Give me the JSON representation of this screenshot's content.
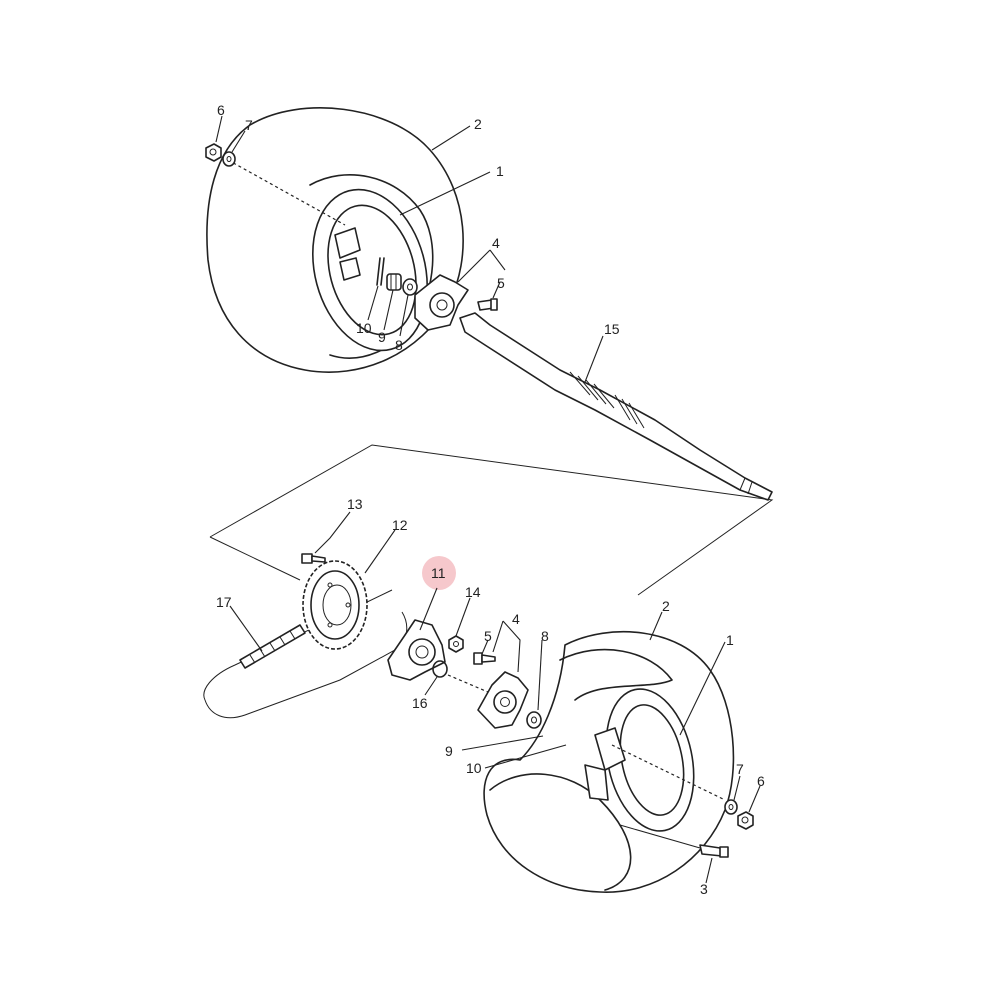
{
  "diagram": {
    "highlight_color": "#f6c8cc",
    "callouts": {
      "top_6": "6",
      "top_7": "7",
      "top_2": "2",
      "top_1": "1",
      "top_4": "4",
      "top_5": "5",
      "top_15": "15",
      "top_10": "10",
      "top_9": "9",
      "top_8": "8",
      "bot_13": "13",
      "bot_12": "12",
      "bot_11": "11",
      "bot_17": "17",
      "bot_14": "14",
      "bot_4": "4",
      "bot_5": "5",
      "bot_8": "8",
      "bot_2": "2",
      "bot_1": "1",
      "bot_16": "16",
      "bot_9": "9",
      "bot_10": "10",
      "bot_7": "7",
      "bot_6": "6",
      "bot_3": "3"
    }
  }
}
